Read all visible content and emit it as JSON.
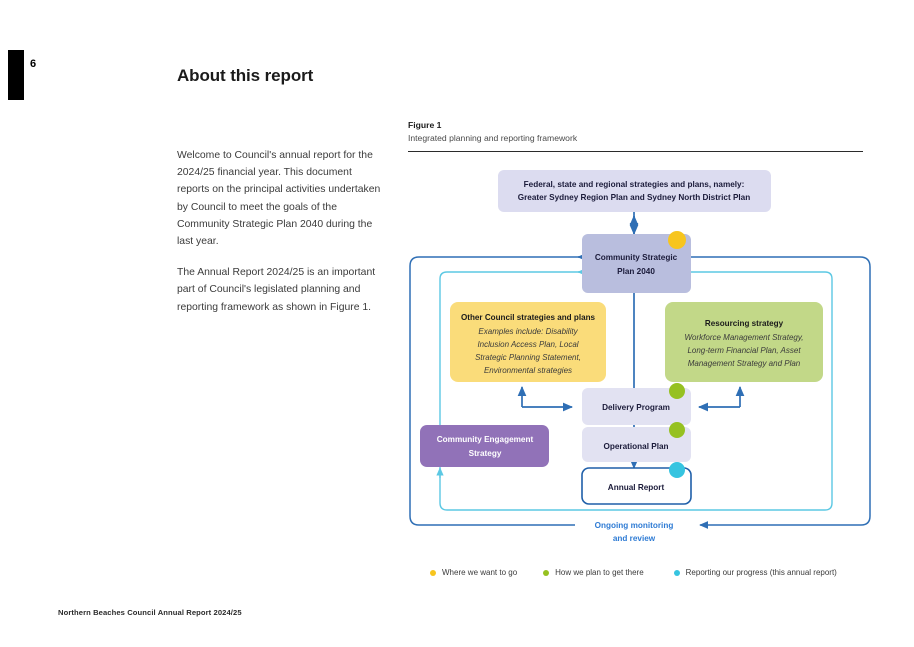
{
  "page": {
    "number": "6",
    "title": "About this report",
    "footer": "Northern Beaches Council Annual Report 2024/25"
  },
  "intro": {
    "paragraphs": [
      "Welcome to Council's annual report for the 2024/25 financial year. This document reports on the principal activities undertaken by Council to meet the goals of the Community Strategic Plan 2040 during the last year.",
      "The Annual Report 2024/25 is an important part of Council's legislated planning and reporting framework as shown in Figure 1."
    ]
  },
  "figure": {
    "label": "Figure 1",
    "caption": "Integrated planning and reporting framework"
  },
  "diagram": {
    "nodes": {
      "federal": {
        "line1": "Federal, state and regional strategies and plans, namely:",
        "line2": "Greater Sydney Region Plan and Sydney North District Plan",
        "fill": "#dcdcf0"
      },
      "csp": {
        "line1": "Community Strategic",
        "line2": "Plan 2040",
        "fill": "#b9bede",
        "dot": "#f7c51e"
      },
      "other_council": {
        "title": "Other Council strategies and plans",
        "body": [
          "Examples include: Disability",
          "Inclusion Access Plan, Local",
          "Strategic Planning Statement,",
          "Environmental strategies"
        ],
        "fill": "#fadc7a"
      },
      "resourcing": {
        "title": "Resourcing strategy",
        "body": [
          "Workforce Management Strategy,",
          "Long-term Financial Plan, Asset",
          "Management Strategy and Plan"
        ],
        "fill": "#c2d888"
      },
      "delivery": {
        "label": "Delivery Program",
        "fill": "#e2e2f2",
        "dot": "#96c121"
      },
      "operational": {
        "label": "Operational Plan",
        "fill": "#e2e2f2",
        "dot": "#96c121"
      },
      "annual": {
        "label": "Annual Report",
        "fill": "#ffffff",
        "stroke": "#1f5fa9",
        "dot": "#36c4e0"
      },
      "engagement": {
        "line1": "Community Engagement",
        "line2": "Strategy",
        "fill": "#9172b8"
      }
    },
    "loop_label": {
      "line1": "Ongoing monitoring",
      "line2": "and review",
      "color": "#2e7bd4"
    },
    "colors": {
      "arrow": "#2f6fb5",
      "inner_loop": "#5cc8e3",
      "outer_loop": "#2f6fb5"
    }
  },
  "legend": {
    "items": [
      {
        "label": "Where we want to go",
        "color": "#f7c51e"
      },
      {
        "label": "How we plan to get there",
        "color": "#96c121"
      },
      {
        "label": "Reporting our progress (this annual report)",
        "color": "#36c4e0"
      }
    ]
  }
}
